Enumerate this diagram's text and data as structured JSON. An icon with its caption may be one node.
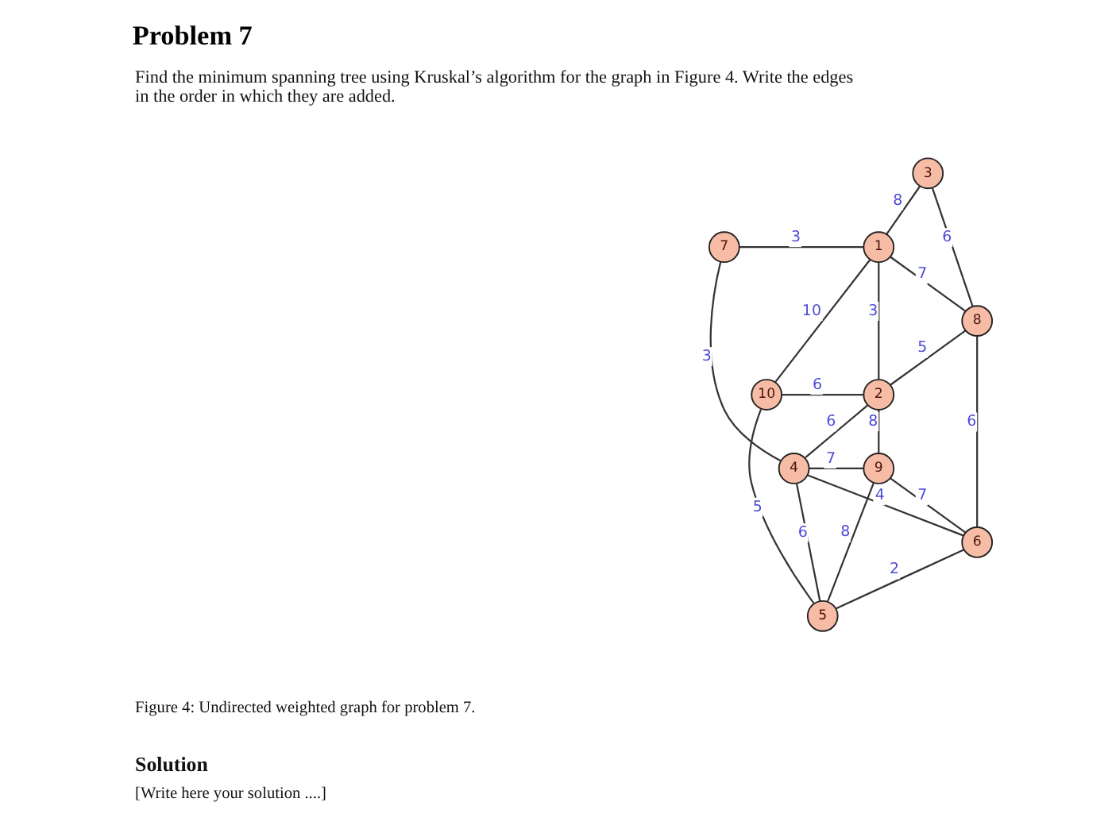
{
  "diagram": {
    "title": "Problem 7",
    "caption": "Figure 4: Undirected weighted graph for problem 7.",
    "nodes": [
      {
        "text": [
          "3"
        ]
      },
      {
        "text": [
          "7"
        ]
      },
      {
        "text": [
          "1"
        ]
      },
      {
        "text": [
          "8"
        ]
      },
      {
        "text": [
          "10"
        ]
      },
      {
        "text": [
          "2"
        ]
      },
      {
        "text": [
          "4"
        ]
      },
      {
        "text": [
          "9"
        ]
      },
      {
        "text": [
          "6"
        ]
      },
      {
        "text": [
          "5"
        ]
      }
    ],
    "edges": [
      {
        "from": 0,
        "to": 2,
        "arrow": "none",
        "label": "8"
      },
      {
        "from": 0,
        "to": 3,
        "arrow": "none",
        "label": "6"
      },
      {
        "from": 1,
        "to": 2,
        "arrow": "none",
        "label": "3"
      },
      {
        "from": 2,
        "to": 3,
        "arrow": "none",
        "label": "7"
      },
      {
        "from": 2,
        "to": 4,
        "arrow": "none",
        "label": "10"
      },
      {
        "from": 2,
        "to": 5,
        "arrow": "none",
        "label": "3"
      },
      {
        "from": 1,
        "to": 6,
        "arrow": "none",
        "label": "3"
      },
      {
        "from": 3,
        "to": 5,
        "arrow": "none",
        "label": "5"
      },
      {
        "from": 4,
        "to": 5,
        "arrow": "none",
        "label": "6"
      },
      {
        "from": 5,
        "to": 6,
        "arrow": "none",
        "label": "6"
      },
      {
        "from": 5,
        "to": 7,
        "arrow": "none",
        "label": "8"
      },
      {
        "from": 3,
        "to": 8,
        "arrow": "none",
        "label": "6"
      },
      {
        "from": 6,
        "to": 7,
        "arrow": "none",
        "label": "7"
      },
      {
        "from": 4,
        "to": 9,
        "arrow": "none",
        "label": "5"
      },
      {
        "from": 6,
        "to": 8,
        "arrow": "none",
        "label": "4"
      },
      {
        "from": 6,
        "to": 9,
        "arrow": "none",
        "label": "6"
      },
      {
        "from": 7,
        "to": 9,
        "arrow": "none",
        "label": "8"
      },
      {
        "from": 7,
        "to": 8,
        "arrow": "none",
        "label": "7"
      },
      {
        "from": 8,
        "to": 9,
        "arrow": "none",
        "label": "2"
      }
    ],
    "labels": [
      "Find the minimum spanning tree using Kruskal’s algorithm for the graph in Figure 4. Write the edges in the order in which they are added.",
      "Solution",
      "[Write here your solution ....]"
    ]
  }
}
